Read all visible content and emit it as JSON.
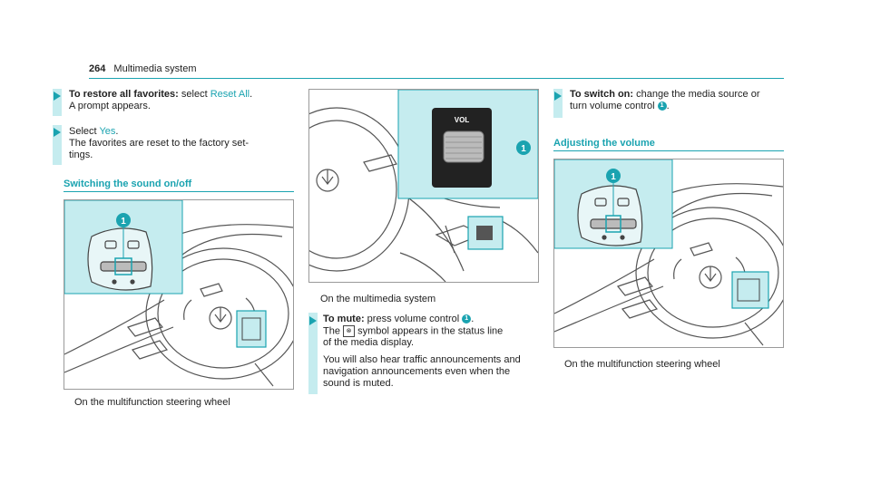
{
  "header": {
    "page_number": "264",
    "section": "Multimedia system"
  },
  "col1": {
    "step1": {
      "bold": "To restore all favorites:",
      "text1": " select ",
      "link": "Reset All",
      "text2": ".",
      "line2": "A prompt appears."
    },
    "step2": {
      "text1": "Select ",
      "link": "Yes",
      "text2": ".",
      "line2": "The favorites are reset to the factory set-",
      "line3": "tings."
    },
    "heading": "Switching the sound on/off",
    "caption": "On the multifunction steering wheel",
    "callout": "1"
  },
  "col2": {
    "vol_label": "VOL",
    "callout": "1",
    "caption": "On the multimedia system",
    "step": {
      "bold": "To mute:",
      "text1": " press volume control ",
      "callout": "1",
      "text2": ".",
      "line2a": "The ",
      "mute_symbol": "⊗",
      "line2b": " symbol appears in the status line",
      "line3": "of the media display.",
      "para1": "You will also hear traffic announcements and",
      "para2": "navigation announcements even when the",
      "para3": "sound is muted."
    }
  },
  "col3": {
    "step": {
      "bold": "To switch on:",
      "text1": " change the media source or",
      "line2a": "turn volume control ",
      "callout": "1",
      "line2b": "."
    },
    "heading": "Adjusting the volume",
    "caption": "On the multifunction steering wheel",
    "callout": "1"
  },
  "colors": {
    "accent": "#1aa3b0",
    "highlight": "#c5ecef"
  }
}
